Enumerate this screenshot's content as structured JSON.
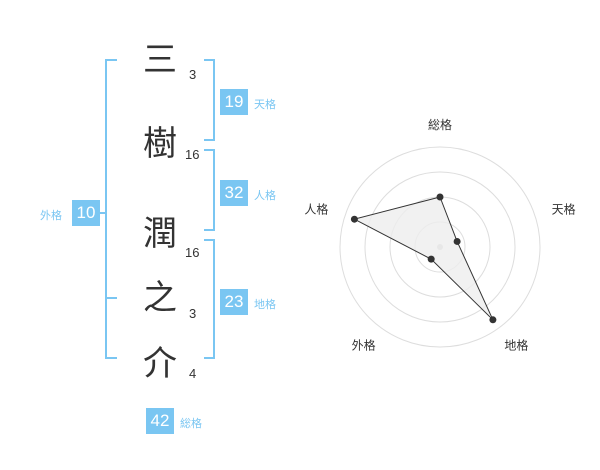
{
  "name_chars": [
    {
      "char": "三",
      "strokes": "3"
    },
    {
      "char": "樹",
      "strokes": "16"
    },
    {
      "char": "潤",
      "strokes": "16"
    },
    {
      "char": "之",
      "strokes": "3"
    },
    {
      "char": "介",
      "strokes": "4"
    }
  ],
  "fortunes": {
    "tenkaku": {
      "value": "19",
      "label": "天格"
    },
    "jinkaku": {
      "value": "32",
      "label": "人格"
    },
    "chikaku": {
      "value": "23",
      "label": "地格"
    },
    "gaikaku": {
      "value": "10",
      "label": "外格"
    },
    "soukaku": {
      "value": "42",
      "label": "総格"
    }
  },
  "chart_data": {
    "type": "radar",
    "axes": [
      "総格",
      "天格",
      "地格",
      "外格",
      "人格"
    ],
    "values": [
      0.5,
      0.18,
      0.9,
      0.15,
      0.9
    ],
    "max": 1,
    "rings": 4,
    "colors": {
      "fill": "#eeeeee",
      "stroke": "#333333",
      "grid": "#dddddd",
      "point": "#333333",
      "accent": "#7ac6f2"
    }
  }
}
